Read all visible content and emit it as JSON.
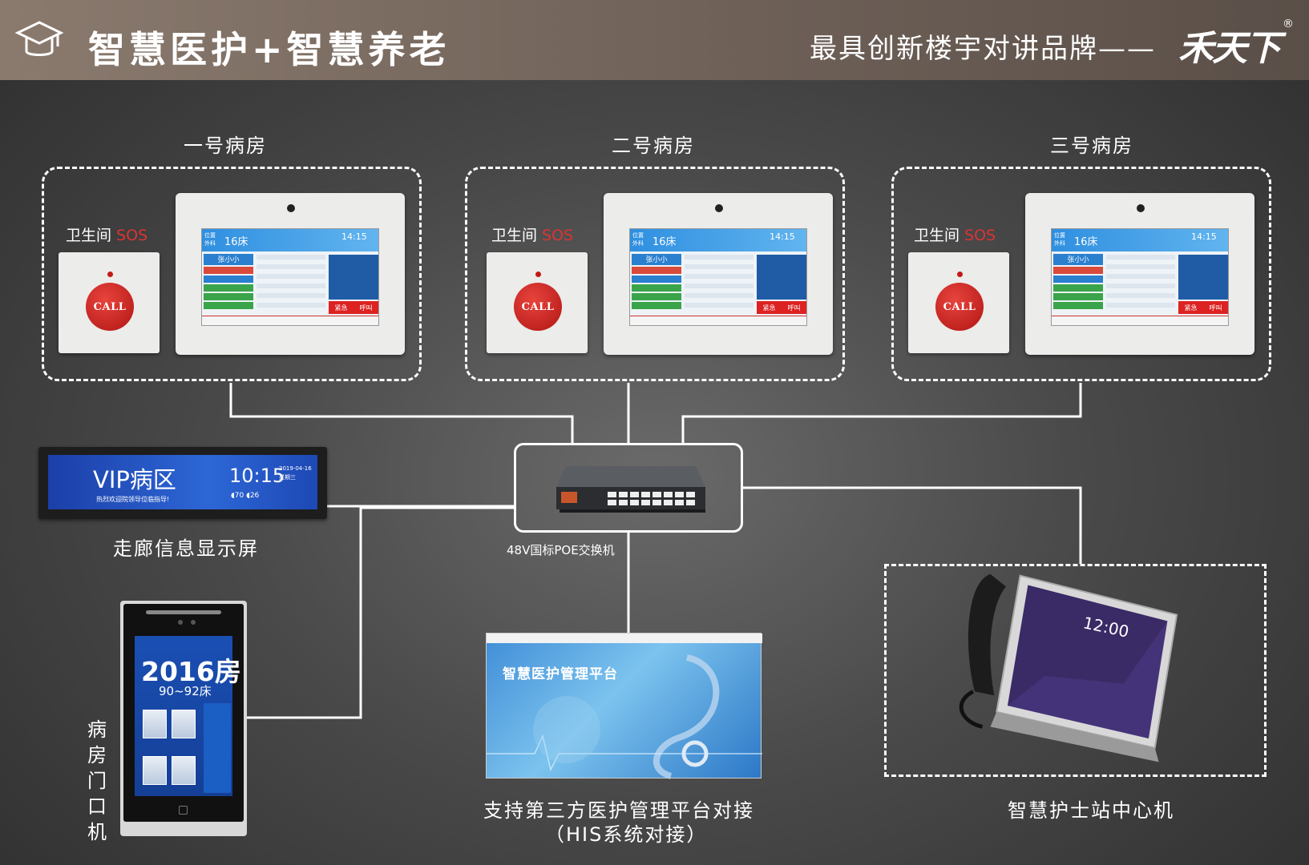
{
  "header": {
    "title": "智慧医护+智慧养老",
    "slogan": "最具创新楼宇对讲品牌——",
    "brand": "禾天下",
    "registered": "®"
  },
  "wards": [
    {
      "title": "一号病房",
      "bathroom": "卫生间",
      "sos": "SOS",
      "call": "CALL",
      "screen": {
        "position": "位置",
        "dept": "外科",
        "bed": "16床",
        "time": "14:15",
        "patient": "张小小",
        "urgent": "紧急",
        "call": "呼叫"
      }
    },
    {
      "title": "二号病房",
      "bathroom": "卫生间",
      "sos": "SOS",
      "call": "CALL",
      "screen": {
        "position": "位置",
        "dept": "外科",
        "bed": "16床",
        "time": "14:15",
        "patient": "张小小",
        "urgent": "紧急",
        "call": "呼叫"
      }
    },
    {
      "title": "三号病房",
      "bathroom": "卫生间",
      "sos": "SOS",
      "call": "CALL",
      "screen": {
        "position": "位置",
        "dept": "外科",
        "bed": "16床",
        "time": "14:15",
        "patient": "张小小",
        "urgent": "紧急",
        "call": "呼叫"
      }
    }
  ],
  "corridor": {
    "title": "VIP病区",
    "subtitle": "热烈欢迎院领导位临指导!",
    "time": "10:15",
    "date": "2019-04-16",
    "weekday": "星期三",
    "temp": "70",
    "humidity": "26",
    "label": "走廊信息显示屏"
  },
  "switch": {
    "label": "48V国标POE交换机"
  },
  "door_unit": {
    "room": "2016房",
    "beds": "90~92床",
    "label_chars": [
      "病",
      "房",
      "门",
      "口",
      "机"
    ]
  },
  "platform": {
    "screen_title": "智慧医护管理平台",
    "caption_line1": "支持第三方医护管理平台对接",
    "caption_line2": "（HIS系统对接）"
  },
  "nurse_station": {
    "clock": "12:00",
    "label": "智慧护士站中心机"
  },
  "colors": {
    "sos": "#d33333",
    "call_button": "#c21a16",
    "screen_blue": "#2f8fe0",
    "corridor_blue": "#2d67d6"
  }
}
